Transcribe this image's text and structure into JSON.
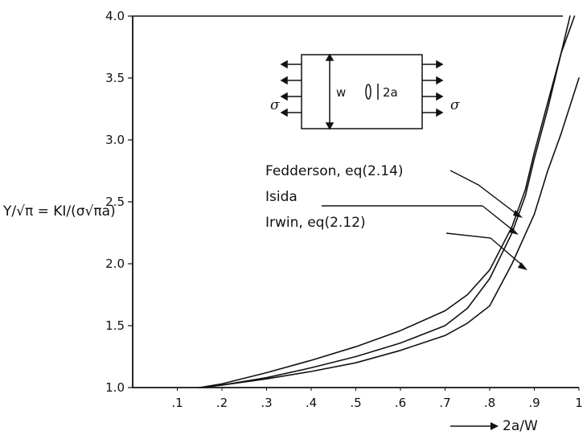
{
  "chart_data": {
    "type": "line",
    "title": "",
    "xlabel": "2a/W",
    "ylabel": "Y/√π = KI/(σ√πa)",
    "xlim": [
      0,
      1.0
    ],
    "ylim": [
      1.0,
      4.0
    ],
    "x_ticks": [
      ".1",
      ".2",
      ".3",
      ".4",
      ".5",
      ".6",
      ".7",
      ".8",
      ".9",
      "1"
    ],
    "y_ticks": [
      "1.0",
      "1.5",
      "2.0",
      "2.5",
      "3.0",
      "3.5",
      "4.0"
    ],
    "grid": false,
    "series": [
      {
        "name": "Fedderson, eq(2.14)",
        "x": [
          0.15,
          0.2,
          0.3,
          0.4,
          0.5,
          0.6,
          0.7,
          0.75,
          0.8,
          0.85,
          0.88,
          0.9,
          0.93,
          0.96,
          0.99
        ],
        "y": [
          1.0,
          1.02,
          1.08,
          1.16,
          1.25,
          1.36,
          1.5,
          1.64,
          1.88,
          2.25,
          2.55,
          2.85,
          3.25,
          3.7,
          4.0
        ]
      },
      {
        "name": "Isida",
        "x": [
          0.15,
          0.2,
          0.3,
          0.4,
          0.5,
          0.6,
          0.7,
          0.75,
          0.8,
          0.85,
          0.88,
          0.9,
          0.93,
          0.96,
          0.98
        ],
        "y": [
          1.0,
          1.03,
          1.12,
          1.22,
          1.33,
          1.46,
          1.62,
          1.75,
          1.95,
          2.3,
          2.6,
          2.9,
          3.3,
          3.7,
          4.0
        ]
      },
      {
        "name": "Irwin, eq(2.12)",
        "x": [
          0.15,
          0.2,
          0.3,
          0.4,
          0.5,
          0.6,
          0.7,
          0.75,
          0.8,
          0.85,
          0.9,
          0.93,
          0.96,
          1.0
        ],
        "y": [
          1.0,
          1.02,
          1.07,
          1.13,
          1.2,
          1.3,
          1.42,
          1.52,
          1.66,
          2.0,
          2.4,
          2.75,
          3.05,
          3.5
        ]
      }
    ],
    "annotations": {
      "inset_w": "w",
      "inset_crack": "2a",
      "inset_sigma_left": "σ",
      "inset_sigma_right": "σ"
    }
  }
}
